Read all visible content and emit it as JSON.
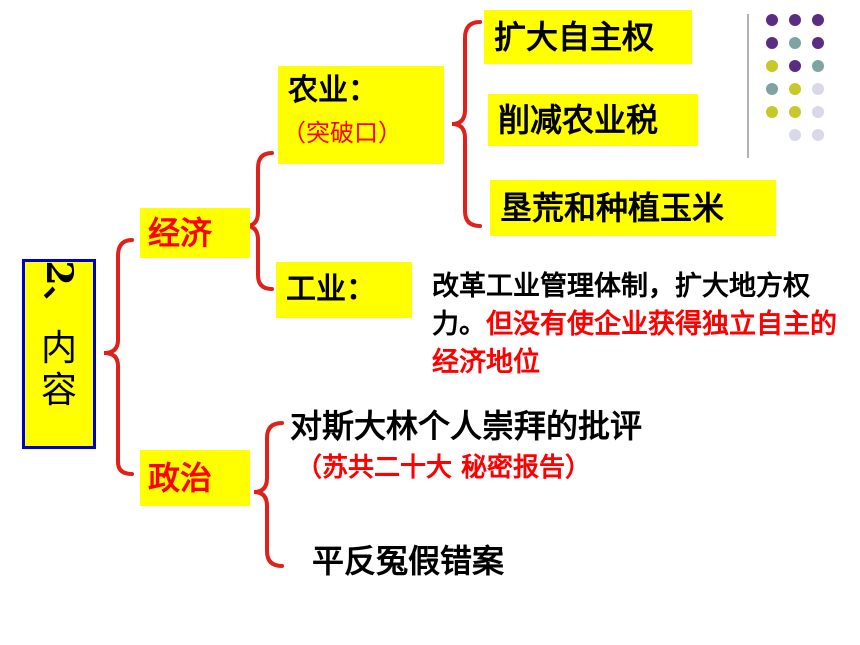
{
  "root": {
    "line1": "2、",
    "line2": "内",
    "line3": "容"
  },
  "economy": {
    "label": "经济",
    "agriculture": {
      "label": "农业：",
      "note": "（突破口）",
      "items": [
        "扩大自主权",
        "削减农业税",
        "垦荒和种植玉米"
      ]
    },
    "industry": {
      "label": "工业：",
      "desc_black": "改革工业管理体制，扩大地方权力。",
      "desc_red": "但没有使企业获得独立自主的经济地位"
    }
  },
  "politics": {
    "label": "政治",
    "item1": "对斯大林个人崇拜的批评",
    "item1_note": "（苏共二十大 秘密报告）",
    "item2": "平反冤假错案"
  },
  "colors": {
    "highlight": "#ffff00",
    "red": "#ff0000",
    "bracket": "#e0201a",
    "root_border": "#0000cc",
    "dot_purple": "#5b2c83",
    "dot_teal": "#7fa3a3",
    "dot_olive": "#c8c82a",
    "dot_light": "#d8d8e8"
  }
}
